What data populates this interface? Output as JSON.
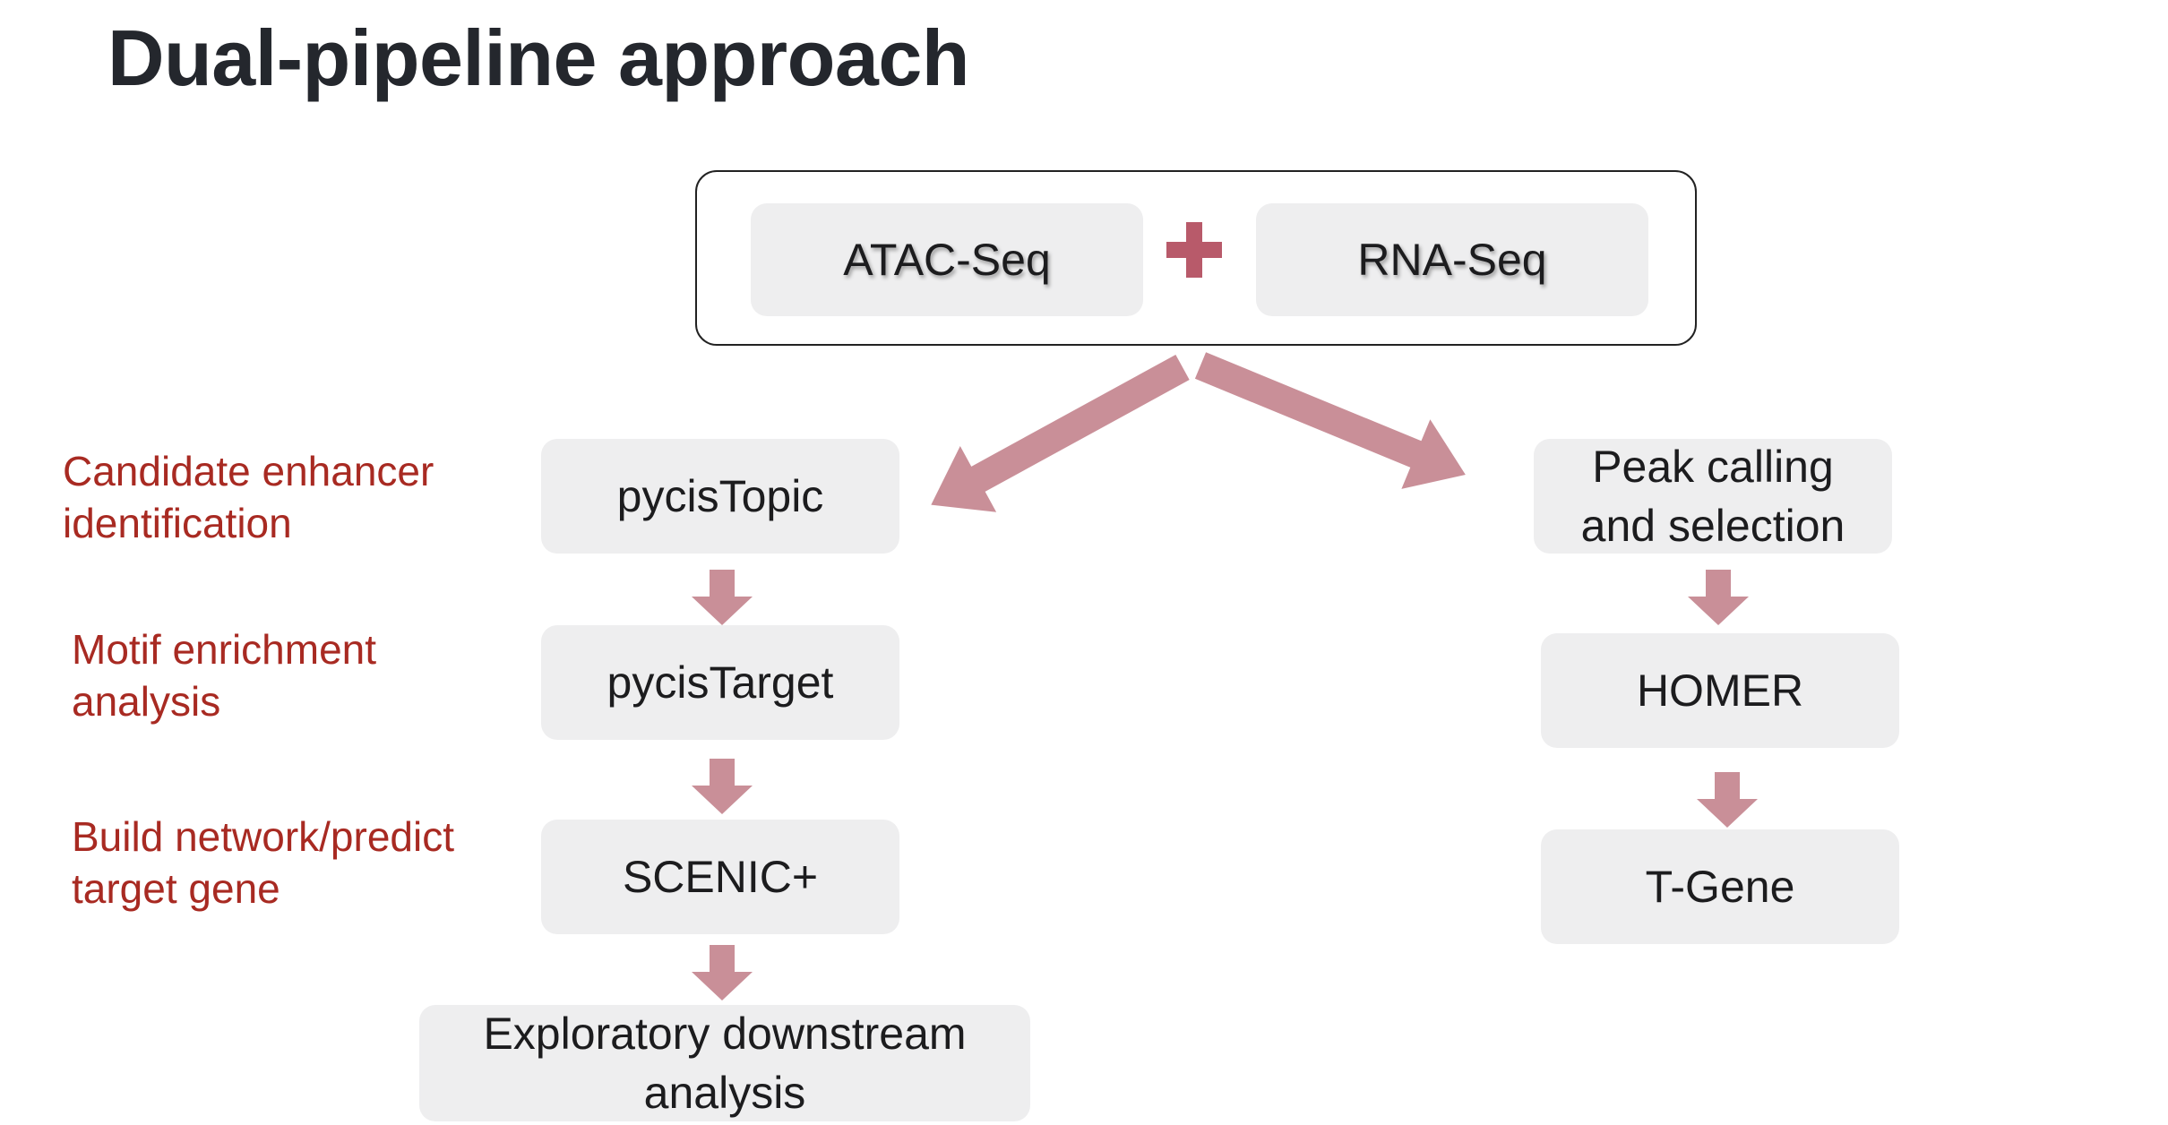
{
  "title": "Dual-pipeline approach",
  "inputs": {
    "left": "ATAC-Seq",
    "right": "RNA-Seq",
    "plus_icon": "plus-icon"
  },
  "left_pipeline": {
    "steps": [
      "pycisTopic",
      "pycisTarget",
      "SCENIC+",
      "Exploratory downstream\nanalysis"
    ]
  },
  "right_pipeline": {
    "steps": [
      "Peak calling\nand selection",
      "HOMER",
      "T-Gene"
    ]
  },
  "step_labels": [
    "Candidate enhancer\nidentification",
    "Motif enrichment\nanalysis",
    "Build network/predict\ntarget gene"
  ],
  "colors": {
    "arrow": "#c98f98",
    "plus": "#b85a6a",
    "label": "#a82a22",
    "box": "#eeeeef",
    "title": "#24272d"
  }
}
